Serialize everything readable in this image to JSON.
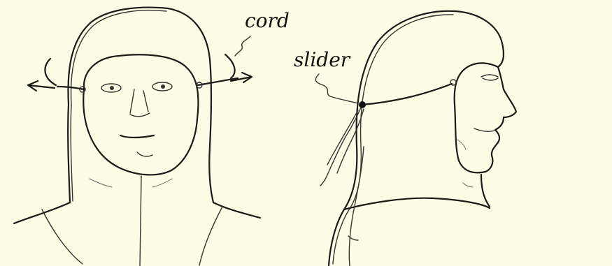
{
  "labels": {
    "cord": "cord",
    "slider": "slider"
  },
  "colors": {
    "background": "#fdfde6",
    "ink": "#1a1a1a"
  },
  "figures": [
    {
      "name": "front-view",
      "description_icon": "hooded-head-front-icon"
    },
    {
      "name": "side-view",
      "description_icon": "hooded-head-side-icon"
    }
  ]
}
